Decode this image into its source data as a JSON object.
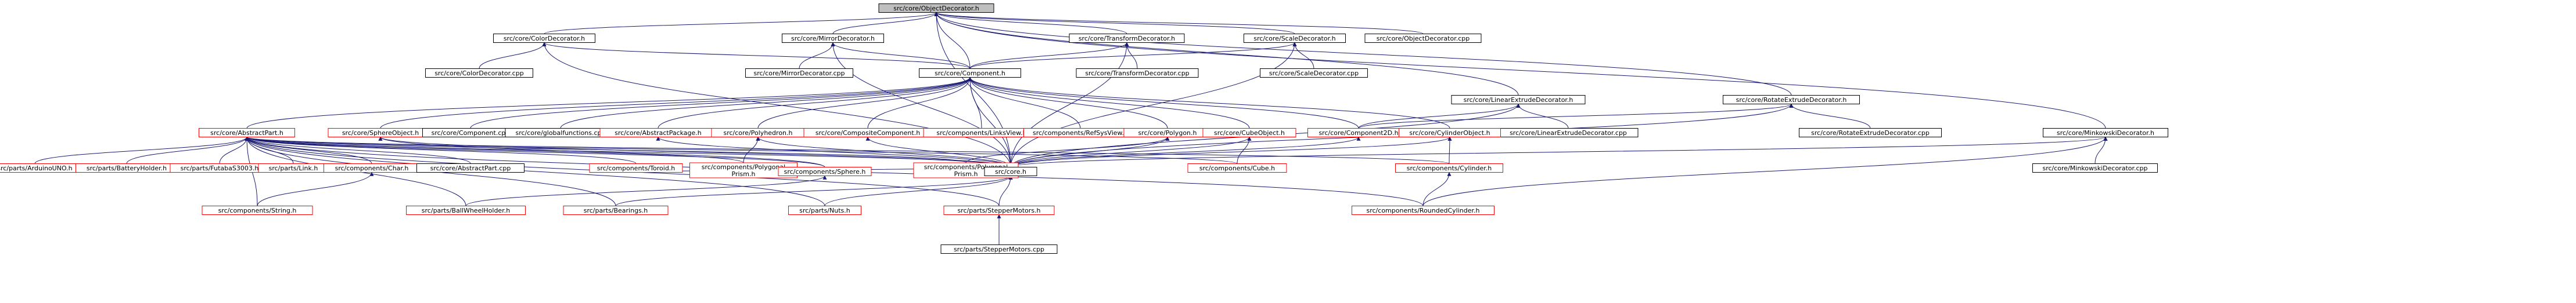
{
  "colors": {
    "root_fill": "#bfbfbf",
    "black_border": "#000000",
    "red_border": "#ff0000",
    "edge": "#191970",
    "node_fill": "#ffffff"
  },
  "nodes": {
    "objdec": {
      "label": "src/core/ObjectDecorator.h",
      "border": "black",
      "root": true
    },
    "colordec": {
      "label": "src/core/ColorDecorator.h",
      "border": "black"
    },
    "colorcpp": {
      "label": "src/core/ColorDecorator.cpp",
      "border": "black"
    },
    "mirrordec": {
      "label": "src/core/MirrorDecorator.h",
      "border": "black"
    },
    "mirrorcpp": {
      "label": "src/core/MirrorDecorator.cpp",
      "border": "black"
    },
    "transdec": {
      "label": "src/core/TransformDecorator.h",
      "border": "black"
    },
    "transcpp": {
      "label": "src/core/TransformDecorator.cpp",
      "border": "black"
    },
    "scaledec": {
      "label": "src/core/ScaleDecorator.h",
      "border": "black"
    },
    "scalecpp": {
      "label": "src/core/ScaleDecorator.cpp",
      "border": "black"
    },
    "objcpp": {
      "label": "src/core/ObjectDecorator.cpp",
      "border": "black"
    },
    "component": {
      "label": "src/core/Component.h",
      "border": "black"
    },
    "linextdec": {
      "label": "src/core/LinearExtrudeDecorator.h",
      "border": "black"
    },
    "linextcpp": {
      "label": "src/core/LinearExtrudeDecorator.cpp",
      "border": "black"
    },
    "rotextdec": {
      "label": "src/core/RotateExtrudeDecorator.h",
      "border": "black"
    },
    "rotextcpp": {
      "label": "src/core/RotateExtrudeDecorator.cpp",
      "border": "black"
    },
    "minkdec": {
      "label": "src/core/MinkowskiDecorator.h",
      "border": "black"
    },
    "minkcpp": {
      "label": "src/core/MinkowskiDecorator.cpp",
      "border": "black"
    },
    "abspart": {
      "label": "src/core/AbstractPart.h",
      "border": "red"
    },
    "sphereobj": {
      "label": "src/core/SphereObject.h",
      "border": "red"
    },
    "compcpp": {
      "label": "src/core/Component.cpp",
      "border": "black"
    },
    "globalfn": {
      "label": "src/core/globalfunctions.cpp",
      "border": "black"
    },
    "abspkg": {
      "label": "src/core/AbstractPackage.h",
      "border": "red"
    },
    "polyhedron": {
      "label": "src/core/Polyhedron.h",
      "border": "red"
    },
    "compositec": {
      "label": "src/core/CompositeComponent.h",
      "border": "red"
    },
    "linksview": {
      "label": "src/components/LinksView.h",
      "border": "red"
    },
    "refsys": {
      "label": "src/components/RefSysView.h",
      "border": "red"
    },
    "polygon": {
      "label": "src/core/Polygon.h",
      "border": "red"
    },
    "cubeobj": {
      "label": "src/core/CubeObject.h",
      "border": "red"
    },
    "comp2d": {
      "label": "src/core/Component2D.h",
      "border": "red"
    },
    "cylobj": {
      "label": "src/core/CylinderObject.h",
      "border": "red"
    },
    "arduino": {
      "label": "src/parts/ArduinoUNO.h",
      "border": "red"
    },
    "battery": {
      "label": "src/parts/BatteryHolder.h",
      "border": "red"
    },
    "futaba": {
      "label": "src/parts/FutabaS3003.h",
      "border": "red"
    },
    "link": {
      "label": "src/parts/Link.h",
      "border": "red"
    },
    "char": {
      "label": "src/components/Char.h",
      "border": "red"
    },
    "abspartcpp": {
      "label": "src/core/AbstractPart.cpp",
      "border": "black"
    },
    "toroid": {
      "label": "src/components/Toroid.h",
      "border": "red"
    },
    "polyprism": {
      "label": "src/components/Polygonal Prism.h",
      "border": "red"
    },
    "sphere": {
      "label": "src/components/Sphere.h",
      "border": "red"
    },
    "cuboid2": {
      "label": "src/components/Polygonal Prism.h",
      "border": "red"
    },
    "coreh": {
      "label": "src/core.h",
      "border": "black"
    },
    "cube": {
      "label": "src/components/Cube.h",
      "border": "red"
    },
    "cylinder": {
      "label": "src/components/Cylinder.h",
      "border": "red"
    },
    "string": {
      "label": "src/components/String.h",
      "border": "red"
    },
    "ballwheel": {
      "label": "src/parts/BallWheelHolder.h",
      "border": "red"
    },
    "bearings": {
      "label": "src/parts/Bearings.h",
      "border": "red"
    },
    "nuts": {
      "label": "src/parts/Nuts.h",
      "border": "red"
    },
    "stepper": {
      "label": "src/parts/StepperMotors.h",
      "border": "red"
    },
    "roundcyl": {
      "label": "src/components/RoundedCylinder.h",
      "border": "red"
    },
    "steppercpp": {
      "label": "src/parts/StepperMotors.cpp",
      "border": "black"
    }
  }
}
